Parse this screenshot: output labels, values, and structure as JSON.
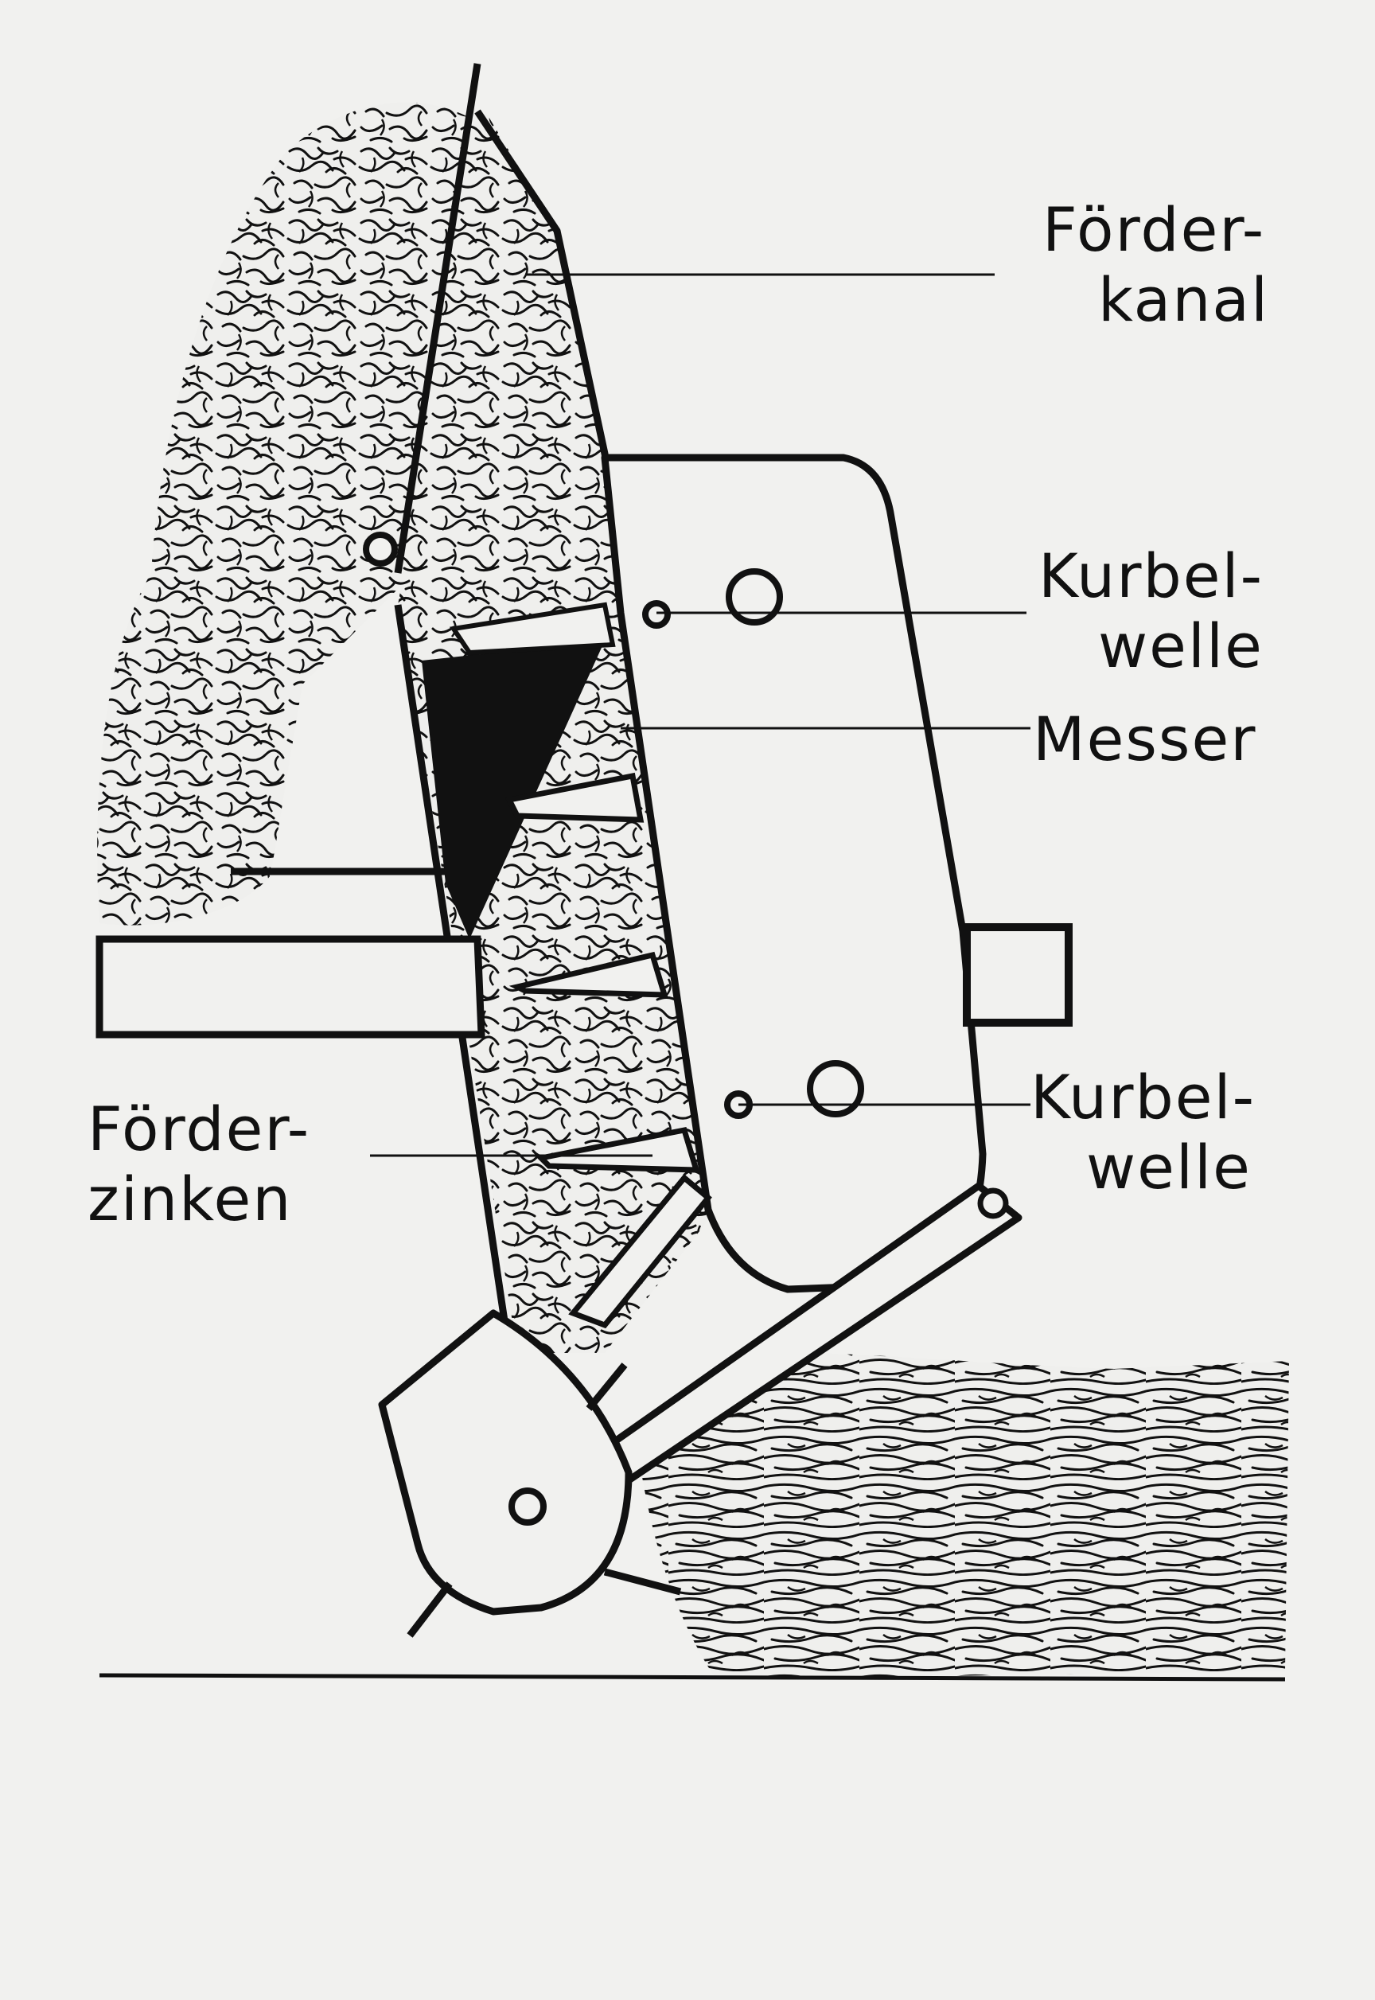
{
  "labels": {
    "foerderkanal": {
      "line1": "Förder-",
      "line2": "kanal"
    },
    "kurbelwelle_top": {
      "line1": "Kurbel-",
      "line2": "welle"
    },
    "messer": {
      "line1": "Messer"
    },
    "kurbelwelle_bottom": {
      "line1": "Kurbel-",
      "line2": "welle"
    },
    "foerderzinken": {
      "line1": "Förder-",
      "line2": "zinken"
    }
  },
  "colors": {
    "ink": "#111111",
    "paper": "#f1f1ef"
  }
}
